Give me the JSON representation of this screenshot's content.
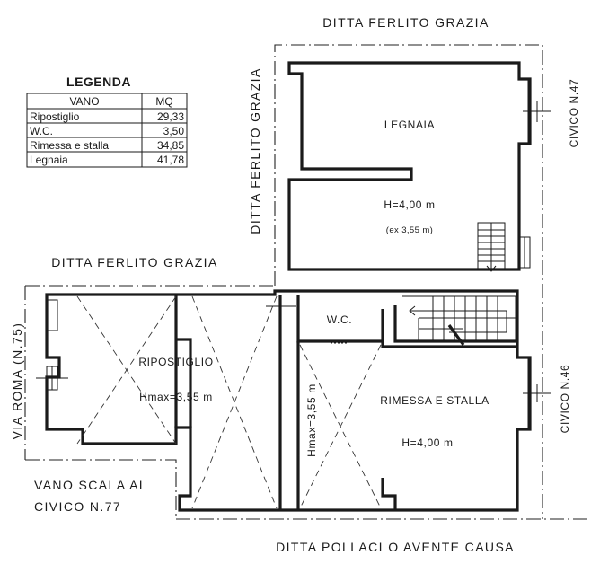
{
  "legend": {
    "title": "LEGENDA",
    "col_vano": "VANO",
    "col_mq": "MQ",
    "rows": [
      {
        "vano": "Ripostiglio",
        "mq": "29,33"
      },
      {
        "vano": "W.C.",
        "mq": "3,50"
      },
      {
        "vano": "Rimessa e stalla",
        "mq": "34,85"
      },
      {
        "vano": "Legnaia",
        "mq": "41,78"
      }
    ]
  },
  "neighbors": {
    "top": "DITTA FERLITO GRAZIA",
    "vertical": "DITTA FERLITO GRAZIA",
    "middle": "DITTA FERLITO GRAZIA",
    "bottom": "DITTA POLLACI O AVENTE CAUSA",
    "left": "VIA ROMA (N.75)",
    "right_upper": "CIVICO N.47",
    "right_lower": "CIVICO N.46",
    "stair_line1": "VANO SCALA AL",
    "stair_line2": "CIVICO N.77"
  },
  "rooms": {
    "legnaia": {
      "name": "LEGNAIA",
      "height": "H=4,00 m",
      "note": "(ex 3,55 m)"
    },
    "wc": {
      "name": "W.C."
    },
    "ripostiglio": {
      "name": "RIPOSTIGLIO",
      "height": "Hmax=3,55 m"
    },
    "rimessa": {
      "name": "RIMESSA E STALLA",
      "height": "H=4,00 m",
      "height_vertical": "Hmax=3,55 m"
    }
  }
}
